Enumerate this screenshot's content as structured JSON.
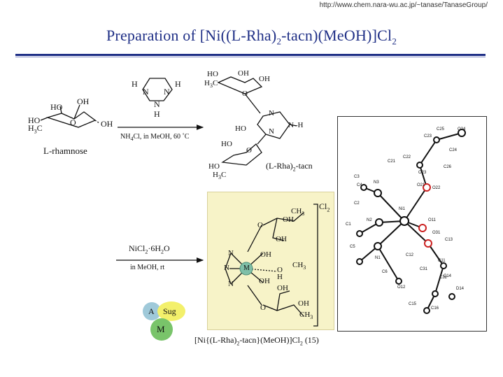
{
  "header": {
    "url": "http://www.chem.nara-wu.ac.jp/~tanase/TanaseGroup/",
    "title_main": "Preparation of [Ni((L-Rha)",
    "title_sub": "2",
    "title_end": "-tacn)(MeOH)]Cl",
    "title_sub2": "2"
  },
  "scheme": {
    "rhamnose_label": "L-rhamnose",
    "step1_reagent_1": "NH",
    "step1_reagent_2": "4",
    "step1_reagent_3": "Cl, in MeOH, 60 ˚C",
    "ligand_label_1": "(L-Rha)",
    "ligand_label_2": "2",
    "ligand_label_3": "-tacn",
    "step2_reagent_1": "NiCl",
    "step2_reagent_2": "2",
    "step2_reagent_3": "·6H",
    "step2_reagent_4": "2",
    "step2_reagent_5": "O",
    "step2_conditions": "in MeOH, rt",
    "complex_counterion_1": "Cl",
    "complex_counterion_2": "2",
    "product_label_1": "[Ni{(L-Rha)",
    "product_label_2": "2",
    "product_label_3": "-tacn}(MeOH)]Cl",
    "product_label_4": "2",
    "product_label_5": " (15)",
    "legend": {
      "a": "A",
      "sug": "Sug",
      "m": "M"
    },
    "atoms": {
      "ho": "HO",
      "oh": "OH",
      "o": "O",
      "h3c": "H",
      "h3c_sub": "3",
      "h3c_c": "C",
      "n": "N",
      "h": "H",
      "nh": "N–H",
      "m": "M",
      "ch3": "CH",
      "ch3_sub": "3"
    }
  },
  "crystal_labels": [
    "C23",
    "C22",
    "O23",
    "O24",
    "C24",
    "C21",
    "C25",
    "C26",
    "C3",
    "C4",
    "N3",
    "C2",
    "O21",
    "O22",
    "Ni1",
    "C1",
    "N2",
    "O11",
    "C13",
    "C12",
    "O31",
    "C5",
    "N1",
    "C6",
    "C11",
    "C31",
    "C32",
    "O12",
    "C14",
    "D14",
    "C15",
    "C16"
  ],
  "colors": {
    "title": "#1f2f86",
    "panel": "#f7f3c8",
    "metal": "#7fbfa8",
    "A": "#9fc9d9",
    "Sug": "#f3f06b",
    "M": "#79c46a"
  }
}
